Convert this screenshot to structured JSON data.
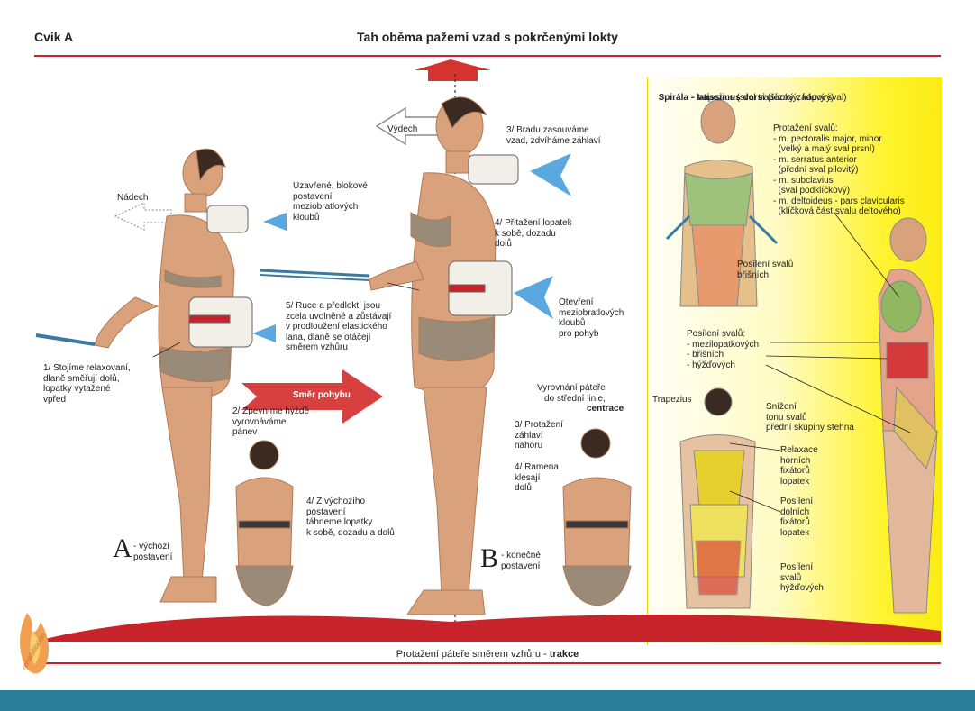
{
  "header": {
    "exercise": "Cvik A",
    "title": "Tah oběma pažemi vzad s pokrčenými lokty"
  },
  "left": {
    "nadech": "Nádech",
    "vydech": "Výdech",
    "smer_pohybu": "Směr pohybu",
    "uzavrene": "Uzavřené, blokové\npostavení\nmeziobratlových\nkloubů",
    "step1": "1/ Stojíme relaxovaní,\ndlaně směřují dolů,\nlopatky vytažené\nvpřed",
    "step2": "2/ Zpevníme hýždě\nvyrovnáváme\npánev",
    "step3": "3/ Bradu zasouváme\nvzad, zdvíháme záhlaví",
    "step4a": "4/ Přitažení lopatek\nk sobě, dozadu\ndolů",
    "step4b": "4/ Z výchozího\npostavení\ntáhneme lopatky\nk sobě, dozadu a dolů",
    "step5": "5/ Ruce a předloktí jsou\nzcela uvolněné a zůstávají\nv prodloužení elastického\nlana, dlaně se otáčejí\nsměrem vzhůru",
    "otevreni": "Otevření\nmeziobratlových\nkloubů\npro pohyb",
    "pos_a_letter": "A",
    "pos_a": "- výchozí\npostavení",
    "pos_b_letter": "B",
    "pos_b": "- konečné\npostavení",
    "vyrovnani": "Vyrovnání páteře\ndo střední linie,",
    "centrace": "centrace",
    "b3": "3/ Protažení\nzáhlaví\nnahoru",
    "b4": "4/ Ramena\nklesají\ndolů"
  },
  "panel": {
    "spirala_bold": "Spirála - latissimus dorsi",
    "spirala_rest": " (široký zádový sval)",
    "trapezius_line": "- trapezius (sval trapézový, kápový)",
    "protazeni": "Protažení svalů:\n- m. pectoralis major, minor\n  (velký a malý sval prsní)\n- m. serratus anterior\n  (přední sval pilovitý)\n- m. subclavius\n  (sval podklíčkový)\n- m. deltoideus - pars clavicularis\n  (klíčková část svalu deltového)",
    "posileni_brisnich": "Posílení svalů\nbřišních",
    "posileni_list": "Posílení svalů:\n- mezilopatkových\n- břišních\n- hýžďových",
    "trapezius": "Trapezius",
    "snizeni": "Snížení\ntonu svalů\npřední skupiny stehna",
    "relaxace": "Relaxace\nhorních\nfixátorů\nlopatek",
    "posileni_dolnich": "Posílení\ndolních\nfixátorů\nlopatek",
    "posileni_hyzd": "Posílení\nsvalů\nhýžďových"
  },
  "footer": {
    "caption_normal": "Protažení páteře směrem vzhůru - ",
    "caption_bold": "trakce",
    "logo_text": "rehabilitation"
  },
  "colors": {
    "accent_red": "#c8222a",
    "arrow_blue": "#5aa8e0",
    "band_teal": "#2a7d96",
    "panel_yellow": "#fff330",
    "skin": "#d9a27c"
  }
}
